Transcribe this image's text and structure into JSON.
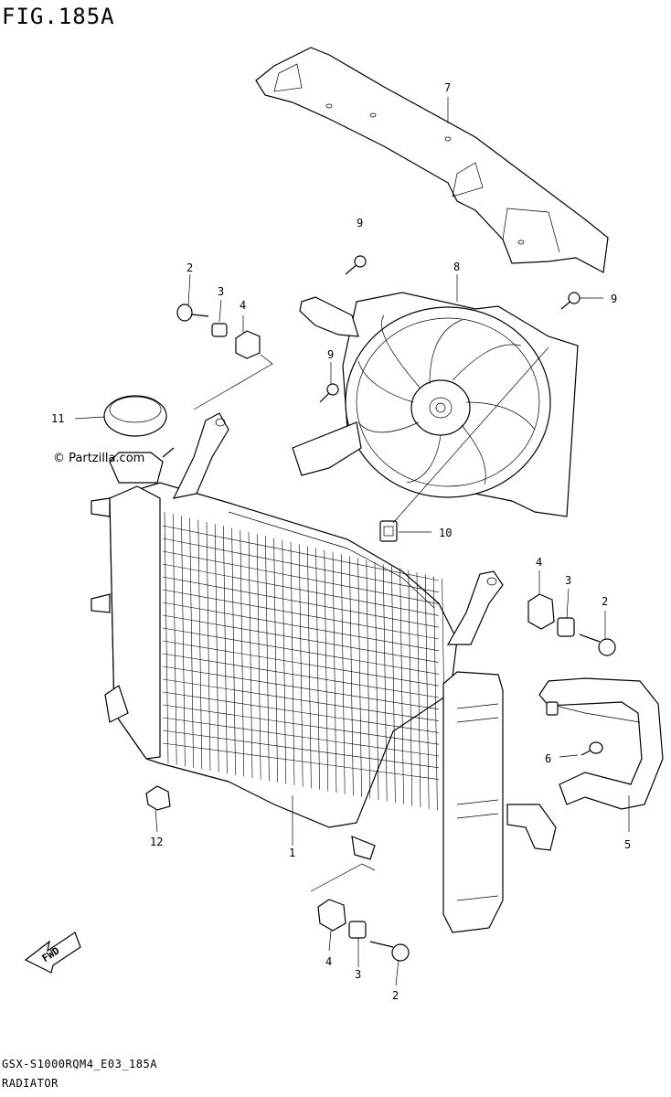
{
  "figure": {
    "title": "FIG.185A"
  },
  "watermark": "© Partzilla.com",
  "footer": {
    "code": "GSX-S1000RQM4_E03_185A",
    "name": "RADIATOR"
  },
  "arrow": {
    "label": "FWD"
  },
  "callouts": [
    {
      "id": "c7",
      "text": "7"
    },
    {
      "id": "c9a",
      "text": "9"
    },
    {
      "id": "c8",
      "text": "8"
    },
    {
      "id": "c9b",
      "text": "9"
    },
    {
      "id": "c9c",
      "text": "9"
    },
    {
      "id": "c2a",
      "text": "2"
    },
    {
      "id": "c3a",
      "text": "3"
    },
    {
      "id": "c4a",
      "text": "4"
    },
    {
      "id": "c11",
      "text": "11"
    },
    {
      "id": "c10",
      "text": "10"
    },
    {
      "id": "c4b",
      "text": "4"
    },
    {
      "id": "c3b",
      "text": "3"
    },
    {
      "id": "c2b",
      "text": "2"
    },
    {
      "id": "c6",
      "text": "6"
    },
    {
      "id": "c5",
      "text": "5"
    },
    {
      "id": "c1",
      "text": "1"
    },
    {
      "id": "c12",
      "text": "12"
    },
    {
      "id": "c4c",
      "text": "4"
    },
    {
      "id": "c3c",
      "text": "3"
    },
    {
      "id": "c2c",
      "text": "2"
    }
  ]
}
